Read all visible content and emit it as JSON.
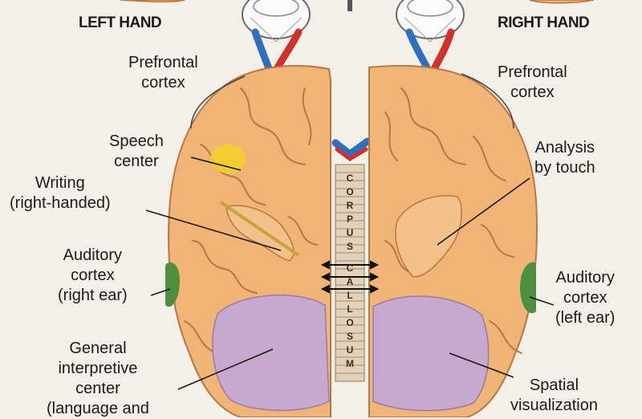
{
  "colors": {
    "brain": "#f0b477",
    "brain_dark": "#b77840",
    "lilac": "#c7a9cf",
    "green": "#4d8f3e",
    "yellow": "#f4cf2c",
    "artery_red": "#d3302b",
    "vein_blue": "#2f6fc0",
    "background": "#f3efe9"
  },
  "headings": {
    "left_hand": "LEFT HAND",
    "right_hand": "RIGHT HAND"
  },
  "callosum": {
    "letters": [
      "C",
      "O",
      "R",
      "P",
      "U",
      "S",
      "C",
      "A",
      "L",
      "L",
      "O",
      "S",
      "U",
      "M"
    ]
  },
  "labels": {
    "prefrontal_left": "Prefrontal\ncortex",
    "prefrontal_right": "Prefrontal\ncortex",
    "speech_center": "Speech\ncenter",
    "writing": "Writing\n(right-handed)",
    "auditory_left": "Auditory\ncortex\n(right ear)",
    "general_interpretive": "General\ninterpretive\ncenter\n(language and",
    "analysis_by_touch": "Analysis\nby touch",
    "auditory_right": "Auditory\ncortex\n(left ear)",
    "spatial_visualization": "Spatial\nvisualization"
  }
}
